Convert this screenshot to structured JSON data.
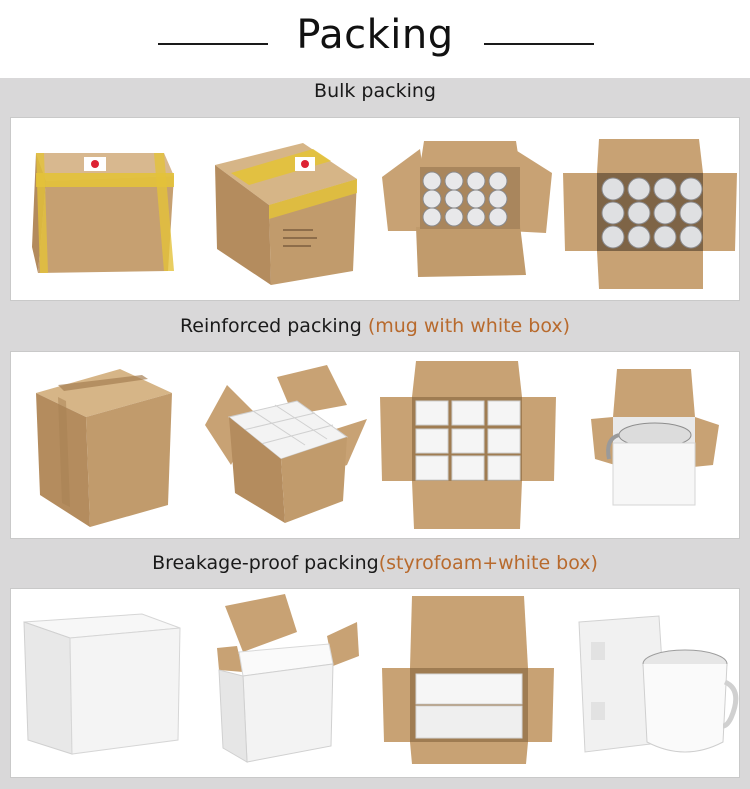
{
  "header": {
    "title": "Packing"
  },
  "sections": [
    {
      "title": "Bulk packing",
      "accent": "",
      "photos": [
        {
          "label": "sealed carton with tape"
        },
        {
          "label": "sealed carton side view"
        },
        {
          "label": "open carton with mugs"
        },
        {
          "label": "open carton top view"
        }
      ]
    },
    {
      "title": "Reinforced packing ",
      "accent": "(mug with white box)",
      "photos": [
        {
          "label": "sealed carton"
        },
        {
          "label": "open carton with white boxes"
        },
        {
          "label": "open carton top view white boxes"
        },
        {
          "label": "white box with mug"
        }
      ]
    },
    {
      "title": "Breakage-proof packing",
      "accent": "(styrofoam+white box)",
      "photos": [
        {
          "label": "white box closed"
        },
        {
          "label": "white box open with styrofoam"
        },
        {
          "label": "carton with styrofoam"
        },
        {
          "label": "styrofoam and white mug"
        }
      ]
    }
  ],
  "colors": {
    "accent": "#b86a2d",
    "band": "#d9d8d9",
    "kraft": "#c9a57c",
    "tape": "#e3c23a"
  }
}
